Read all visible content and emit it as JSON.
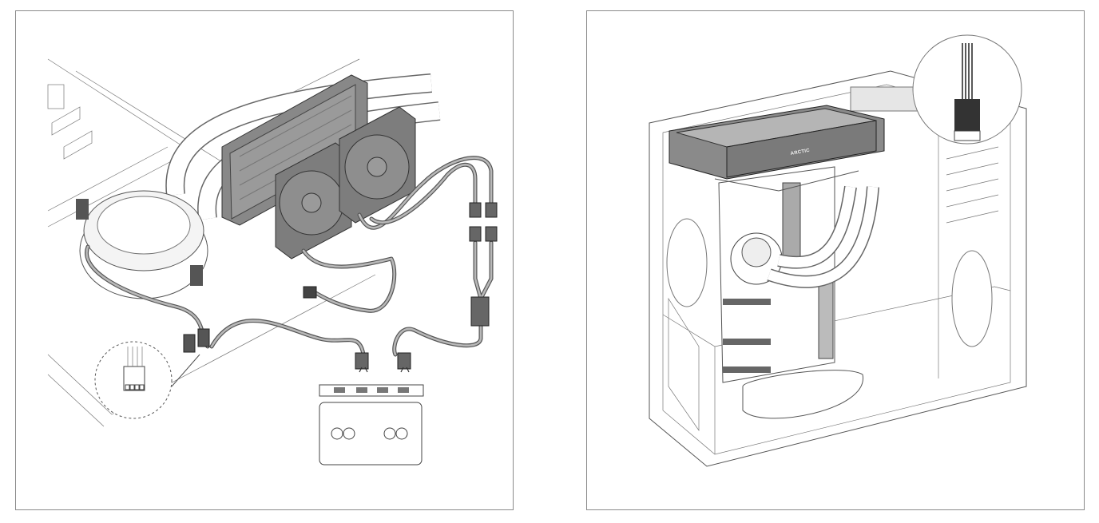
{
  "panels": [
    {
      "id": "left",
      "subject": "fan-and-hub-wiring"
    },
    {
      "id": "right",
      "subject": "radiator-mounted-in-case"
    }
  ],
  "radiator_brand_label": "ARCTIC",
  "colors": {
    "frame": "#8a8a8a",
    "line": "#555555",
    "fill_dark": "#8c8c8c",
    "fill_light": "#d9d9d9"
  }
}
